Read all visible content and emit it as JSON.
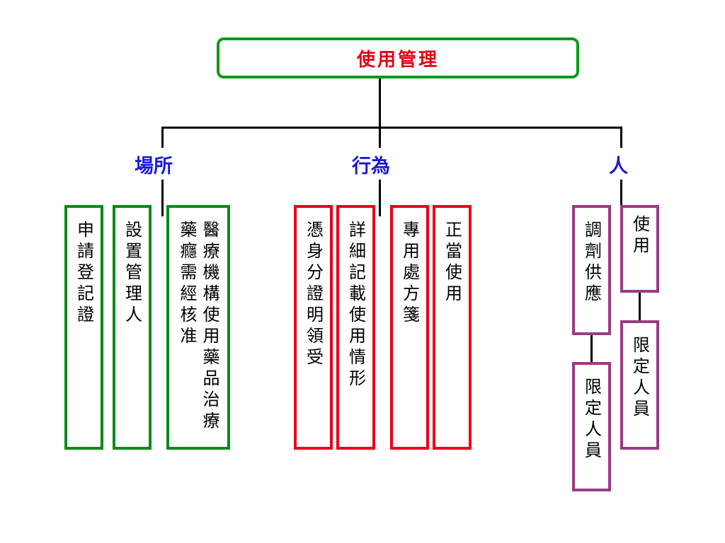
{
  "root": "使用管理",
  "categories": {
    "place": "場所",
    "behavior": "行為",
    "person": "人"
  },
  "place_boxes": {
    "register": "申請登記證",
    "manager": "設置管理人",
    "facility": "醫療機構使用藥品治療藥癮需經核准"
  },
  "behavior_boxes": {
    "identity": "憑身分證明領受",
    "record": "詳細記載使用情形",
    "prescription": "專用處方箋",
    "proper_use": "正當使用"
  },
  "person_boxes": {
    "dispense": "調劑供應",
    "dispense_limit": "限定人員",
    "use": "使用",
    "use_limit": "限定人員"
  },
  "colors": {
    "place": "#0a8a1a",
    "behavior": "#e8001c",
    "person": "#9a3a83",
    "category_text": "#1a1ad6",
    "root_text": "#e60012",
    "root_border": "#0a9a17"
  }
}
